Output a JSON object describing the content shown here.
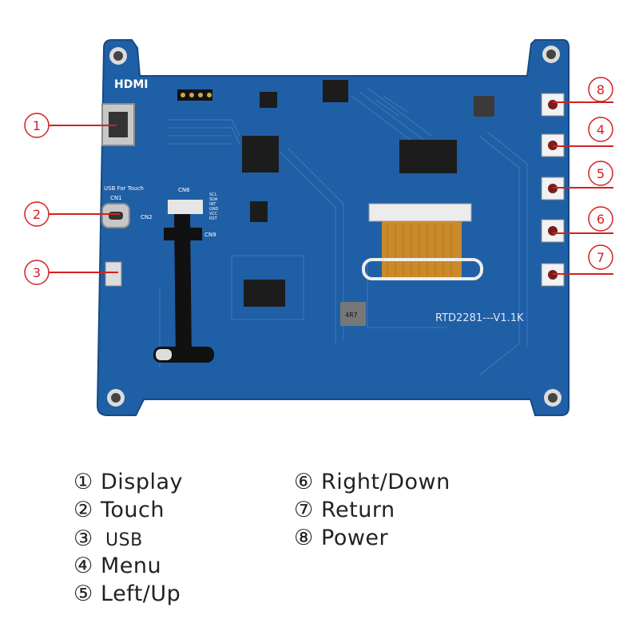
{
  "board": {
    "labels": {
      "hdmi": "HDMI",
      "usb_touch": "USB For Touch",
      "cn1": "CN1",
      "cn2": "CN2",
      "cn6": "CN6",
      "cn9": "CN9",
      "model": "RTD2281---V1.1K",
      "inductor": "4R7",
      "pins": [
        "SCL",
        "SDA",
        "INT",
        "GND",
        "VCC",
        "RST"
      ]
    },
    "colors": {
      "pcb": "#1f5fa6",
      "pcb_dark": "#174c8a",
      "trace": "#3f78bd",
      "callout": "#d42020",
      "flex": "#c98a2a",
      "chip": "#1c1c1c",
      "text": "#222222"
    }
  },
  "callouts": [
    {
      "id": "1",
      "marker": "①"
    },
    {
      "id": "2",
      "marker": "②"
    },
    {
      "id": "3",
      "marker": "③"
    },
    {
      "id": "4",
      "marker": "4"
    },
    {
      "id": "5",
      "marker": "5"
    },
    {
      "id": "6",
      "marker": "6"
    },
    {
      "id": "7",
      "marker": "7"
    },
    {
      "id": "8",
      "marker": "8"
    }
  ],
  "legend": {
    "left": [
      {
        "marker": "①",
        "label": "Display"
      },
      {
        "marker": "②",
        "label": "Touch"
      },
      {
        "marker": "③",
        "label": "USB"
      },
      {
        "marker": "④",
        "label": "Menu"
      },
      {
        "marker": "⑤",
        "label": "Left/Up"
      }
    ],
    "right": [
      {
        "marker": "⑥",
        "label": "Right/Down"
      },
      {
        "marker": "⑦",
        "label": "Return"
      },
      {
        "marker": "⑧",
        "label": "Power"
      }
    ]
  }
}
